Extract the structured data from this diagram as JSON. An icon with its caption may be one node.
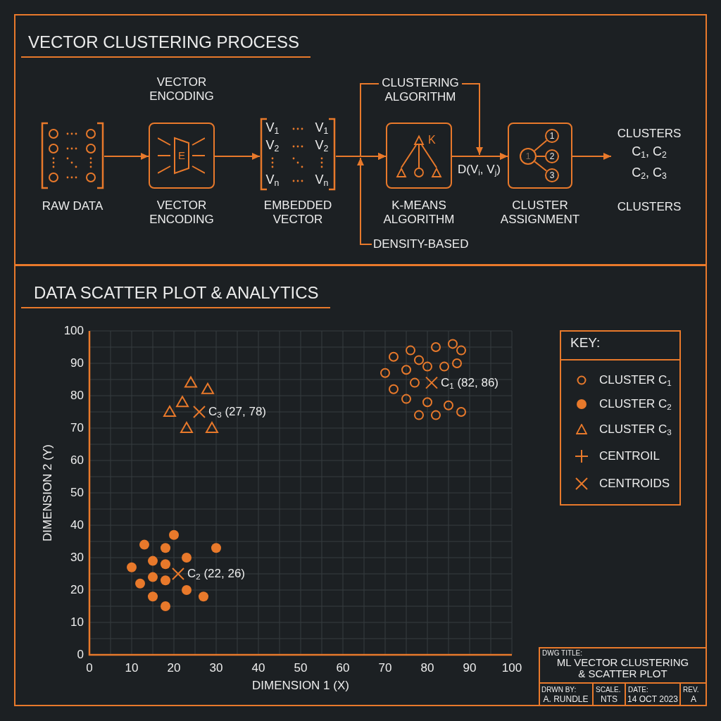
{
  "diagram": {
    "nodes": [
      {
        "text": [
          "VECTOR CLUSTERING PROCESS"
        ]
      },
      {
        "text": [
          "RAW DATA"
        ],
        "in": 0
      },
      {
        "text": [
          "VECTOR ENCODING",
          "VECTOR ENCODING"
        ],
        "in": 0
      },
      {
        "text": [
          "E"
        ],
        "in": 2
      },
      {
        "text": [
          "V$_{1}$",
          "V$_{1}$",
          "V$_{2}$",
          "V$_{2}$",
          "V$_{n}$",
          "V$_{n}$",
          "EMBEDDED VECTOR"
        ],
        "in": 0
      },
      {
        "text": [
          "CLUSTERING ALGORITHM"
        ],
        "in": 0
      },
      {
        "text": [
          "K-MEANS ALGORITHM"
        ],
        "in": 0
      },
      {
        "text": [],
        "shape": "triangle",
        "beside": [
          "K"
        ],
        "in": 6
      },
      {
        "text": [],
        "shape": "triangle",
        "in": 6
      },
      {
        "text": [],
        "shape": "circle",
        "in": 6
      },
      {
        "text": [],
        "shape": "triangle",
        "in": 6
      },
      {
        "text": [
          "DENSITY-BASED"
        ],
        "in": 0
      },
      {
        "text": [
          "CLUSTER ASSIGNMENT"
        ],
        "in": 0
      },
      {
        "text": [
          "1"
        ],
        "in": 12
      },
      {
        "text": [
          "1"
        ],
        "in": 12
      },
      {
        "text": [
          "2"
        ],
        "in": 12
      },
      {
        "text": [
          "3"
        ],
        "in": 12
      },
      {
        "text": [
          "CLUSTERS",
          "C$_{1}$, C$_{2}$",
          "C$_{2}$, C$_{3}$",
          "CLUSTERS"
        ],
        "in": 0
      },
      {
        "text": [
          "DATA SCATTER PLOT & ANALYTICS"
        ]
      }
    ],
    "edges": [
      {
        "from": 1,
        "to": 2,
        "arrow": "to"
      },
      {
        "from": 2,
        "to": 4,
        "arrow": "to"
      },
      {
        "from": 4,
        "to": 6,
        "arrow": "to"
      },
      {
        "from": 5,
        "to": 6,
        "arrow": "to"
      },
      {
        "from": 11,
        "to": 6,
        "arrow": "to"
      },
      {
        "from": 6,
        "to": 12,
        "arrow": "to",
        "label": "D(V$_{i}$, V$_{j}$)"
      },
      {
        "from": 5,
        "to": 12,
        "arrow": "to"
      },
      {
        "from": 12,
        "to": 17,
        "arrow": "to"
      },
      {
        "from": 7,
        "to": 8,
        "arrow": "none"
      },
      {
        "from": 7,
        "to": 9,
        "arrow": "none"
      },
      {
        "from": 7,
        "to": 10,
        "arrow": "none"
      },
      {
        "from": 13,
        "to": 14,
        "arrow": "none"
      },
      {
        "from": 13,
        "to": 15,
        "arrow": "none"
      },
      {
        "from": 13,
        "to": 16,
        "arrow": "none"
      }
    ],
    "labels": [
      "KEY:",
      "DWG TITLE:",
      "ML VECTOR CLUSTERING & SCATTER PLOT",
      "DRWN BY:",
      "A. RUNDLE",
      "SCALE.",
      "NTS",
      "DATE:",
      "14 OCT 2023",
      "REV.",
      "A"
    ],
    "legend": [
      {
        "text": "CLUSTER C$_{1}$"
      },
      {
        "text": "CLUSTER C$_{2}$"
      },
      {
        "text": "CLUSTER C$_{3}$"
      },
      {
        "text": "CENTROIL"
      },
      {
        "text": "CENTROIDS"
      }
    ],
    "chart_data": {
      "type": "scatter",
      "xlabel": "DIMENSION 1 (X)",
      "ylabel": "DIMENSION 2 (Y)",
      "xlim": [
        0,
        100
      ],
      "ylim": [
        0,
        100
      ],
      "xticks": [
        0,
        10,
        20,
        30,
        40,
        50,
        60,
        70,
        80,
        90,
        100
      ],
      "yticks": [
        0,
        10,
        20,
        30,
        40,
        50,
        60,
        70,
        80,
        90,
        100
      ],
      "grid": true,
      "series": [
        {
          "color": "#e8792b",
          "x": [
            70,
            72,
            76,
            75,
            72,
            75,
            77,
            78,
            80,
            82,
            86,
            88,
            84,
            87,
            80,
            78,
            82,
            85,
            88
          ],
          "values": [
            87,
            92,
            94,
            88,
            82,
            79,
            84,
            91,
            89,
            95,
            96,
            94,
            89,
            90,
            78,
            74,
            74,
            77,
            75
          ]
        },
        {
          "color": "#e8792b",
          "x": [
            20,
            13,
            18,
            30,
            15,
            23,
            18,
            10,
            15,
            18,
            12,
            23,
            15,
            27,
            18
          ],
          "values": [
            37,
            34,
            33,
            33,
            29,
            30,
            28,
            27,
            24,
            23,
            22,
            20,
            18,
            18,
            15
          ]
        },
        {
          "color": "#e8792b",
          "x": [
            24,
            28,
            22,
            19,
            23,
            29
          ],
          "values": [
            84,
            82,
            78,
            75,
            70,
            70
          ]
        },
        {
          "color": "#e8792b",
          "x": [
            81,
            21,
            26
          ],
          "values": [
            84,
            25,
            75
          ]
        }
      ],
      "annotations": [
        {
          "text": "C$_{1}$ (82, 86)",
          "x": 81,
          "y": 84
        },
        {
          "text": "C$_{3}$ (27, 78)",
          "x": 26,
          "y": 75
        },
        {
          "text": "C$_{2}$ (22, 26)",
          "x": 21,
          "y": 25
        }
      ]
    }
  }
}
